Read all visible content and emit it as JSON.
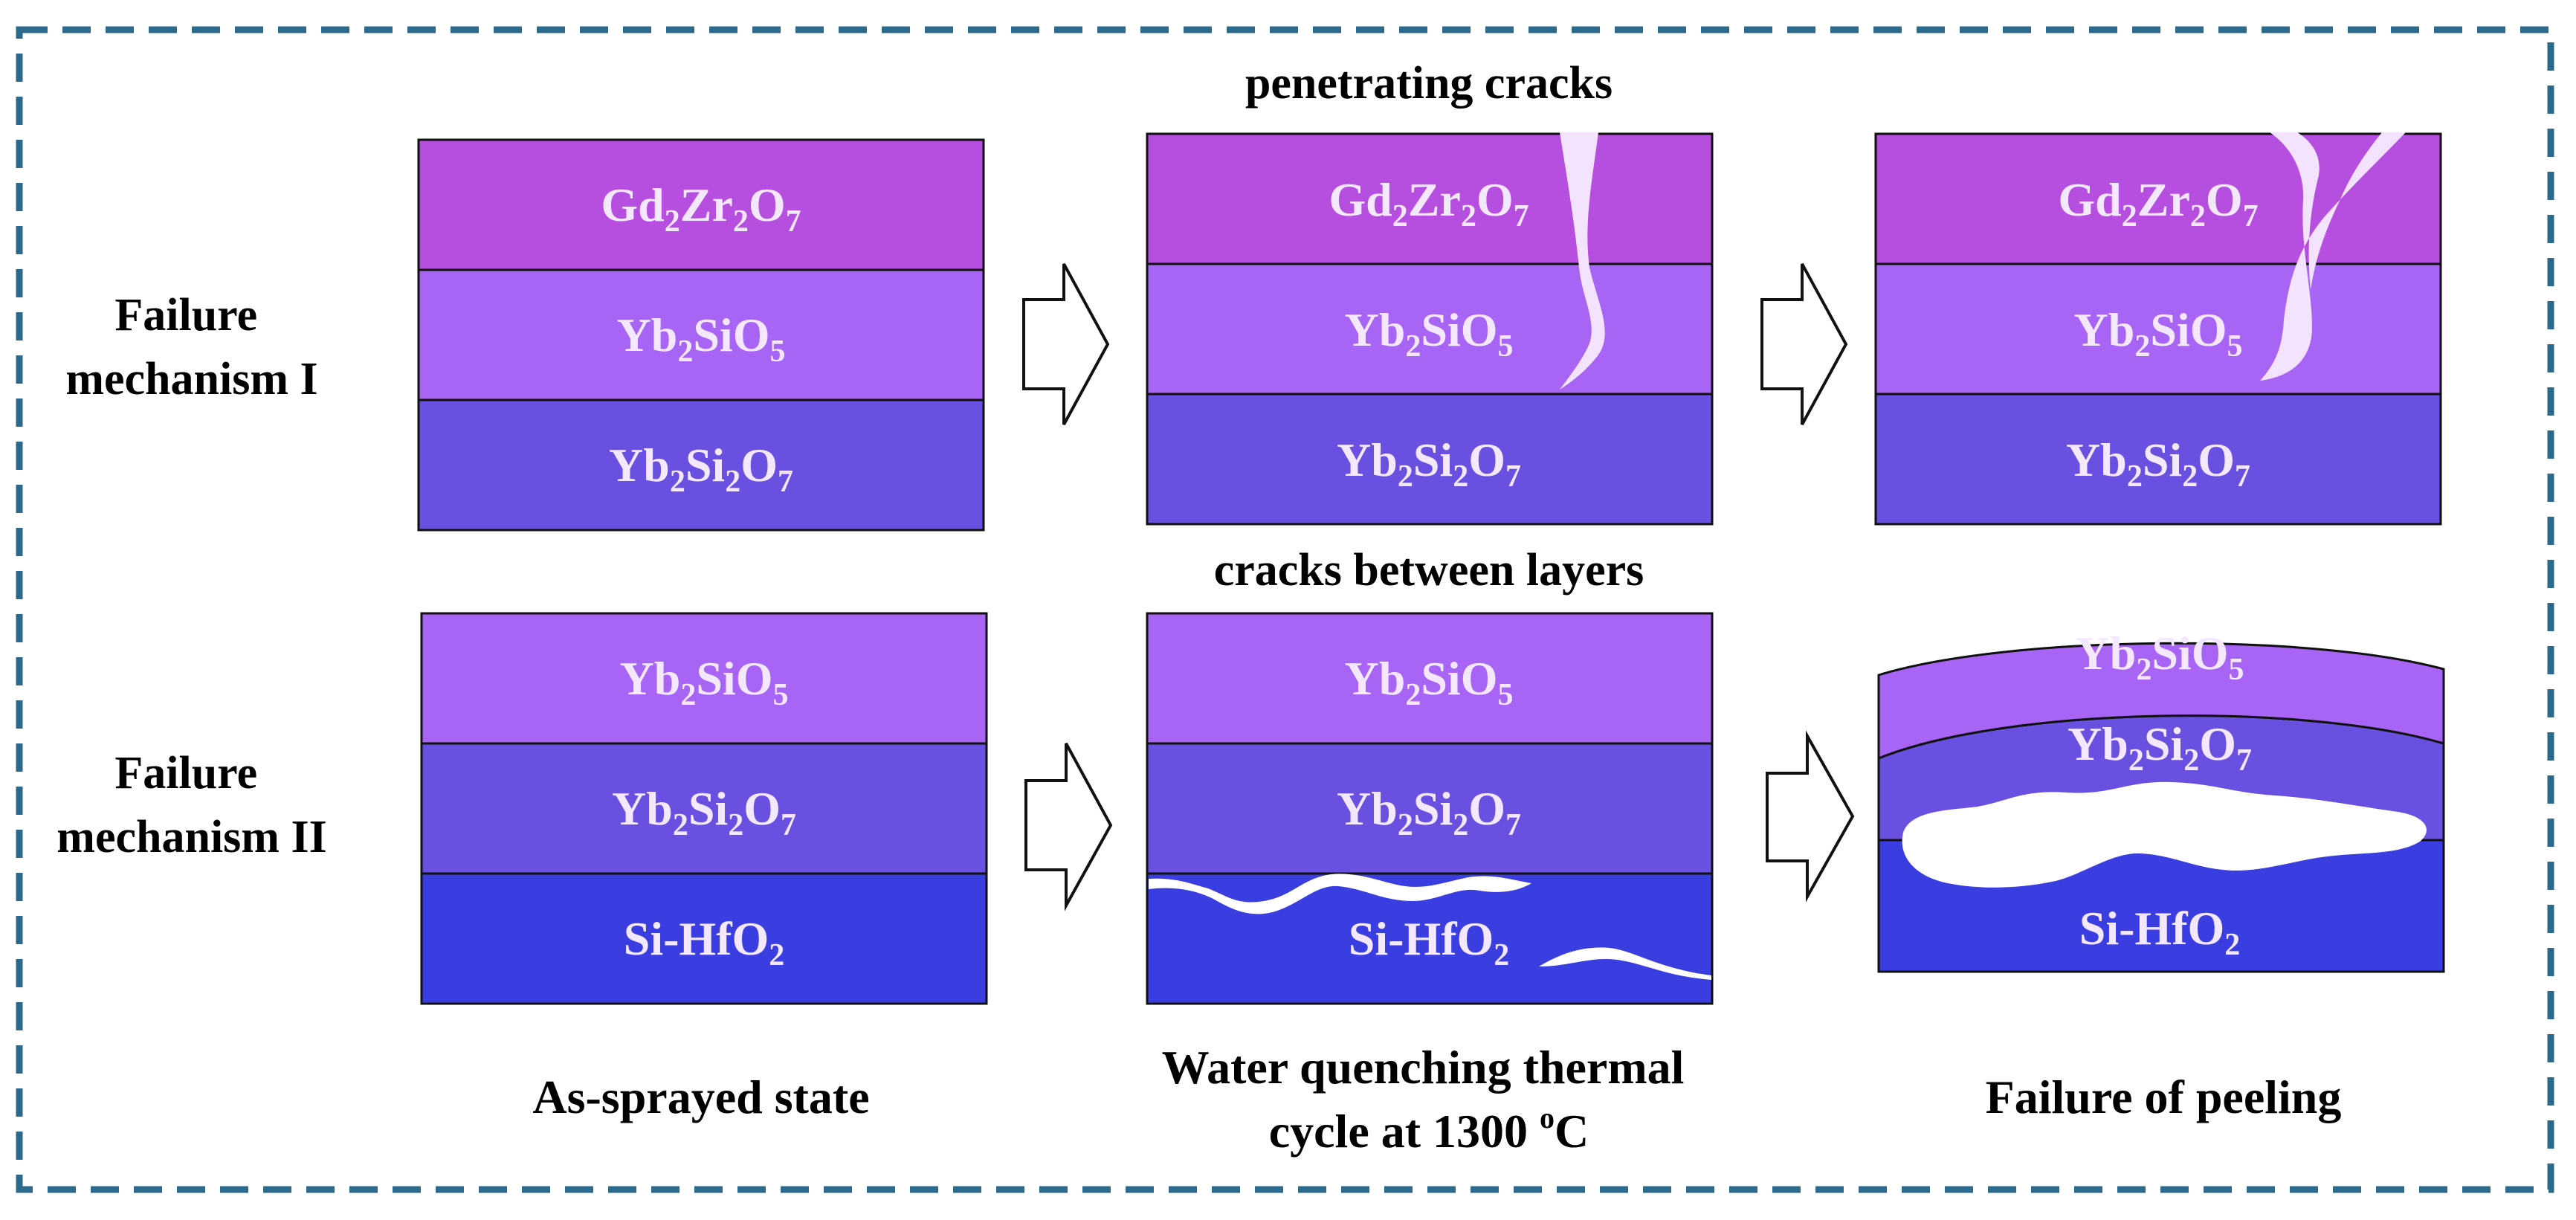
{
  "colors": {
    "gd2zr2o7": "#b64fe0",
    "yb2sio5": "#a865f5",
    "yb2si2o7": "#6a50e0",
    "si_hfo2": "#3a3de0",
    "frame": "#2b6a8c",
    "crack": "#ffffff",
    "label_text": "#f3e8ff"
  },
  "row_labels": {
    "mech1_line1": "Failure",
    "mech1_line2": "mechanism I",
    "mech2_line1": "Failure",
    "mech2_line2": "mechanism II"
  },
  "annotations": {
    "top": "penetrating cracks",
    "middle": "cracks between layers"
  },
  "captions": {
    "col1": "As-sprayed state",
    "col2_line1": "Water quenching thermal",
    "col2_line2_prefix": "cycle at 1300 ",
    "col2_line2_sup": "o",
    "col2_line2_suffix": "C",
    "col3": "Failure of peeling"
  },
  "formulas": {
    "gd": {
      "p1": "Gd",
      "s1": "2",
      "p2": "Zr",
      "s2": "2",
      "p3": "O",
      "s3": "7"
    },
    "yb_sio5": {
      "p1": "Yb",
      "s1": "2",
      "p2": "SiO",
      "s2": "5"
    },
    "yb_si2o7": {
      "p1": "Yb",
      "s1": "2",
      "p2": "Si",
      "s2": "2",
      "p3": "O",
      "s3": "7"
    },
    "si_hfo2": {
      "p1": "Si-HfO",
      "s1": "2"
    }
  }
}
